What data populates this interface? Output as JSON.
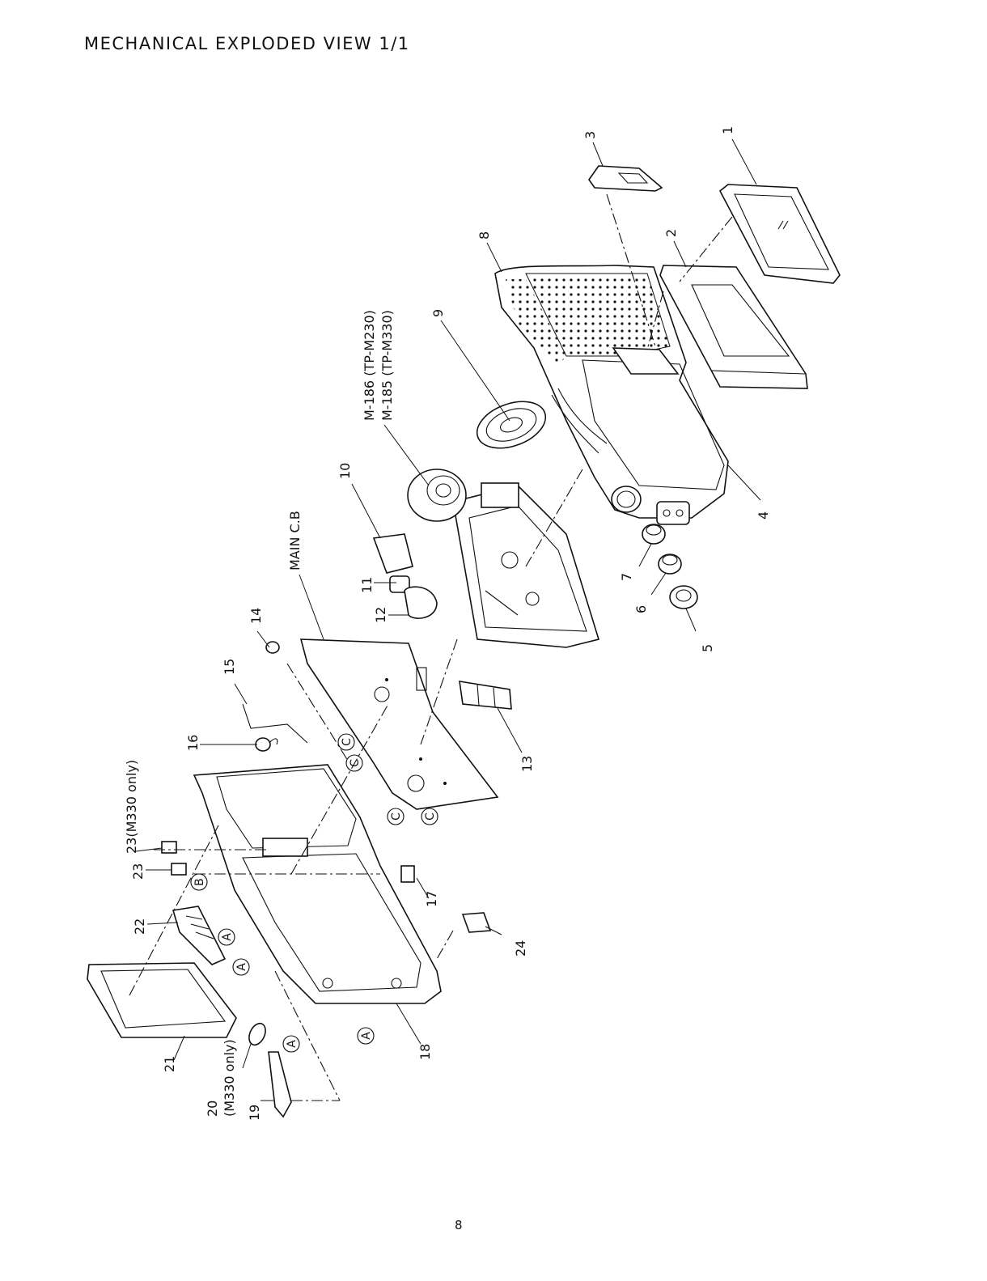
{
  "header": {
    "title": "MECHANICAL EXPLODED VIEW 1/1"
  },
  "footer": {
    "page_number": "8"
  },
  "callouts": {
    "p1": "1",
    "p2": "2",
    "p3": "3",
    "p4": "4",
    "p5": "5",
    "p6": "6",
    "p7": "7",
    "p8": "8",
    "p9": "9",
    "p10": "10",
    "p11": "11",
    "p12": "12",
    "p13": "13",
    "p14": "14",
    "p15": "15",
    "p16": "16",
    "p17": "17",
    "p18": "18",
    "p19": "19",
    "p20": "20",
    "p20_note": "(M330 only)",
    "p21": "21",
    "p22": "22",
    "p23": "23",
    "p23b": "23(M330 only)",
    "p24": "24",
    "mech_a": "M-186 (TP-M230)",
    "mech_b": "M-185 (TP-M330)",
    "main_cb": "MAIN C.B"
  },
  "references": {
    "a": "A",
    "b": "B",
    "c": "C"
  }
}
